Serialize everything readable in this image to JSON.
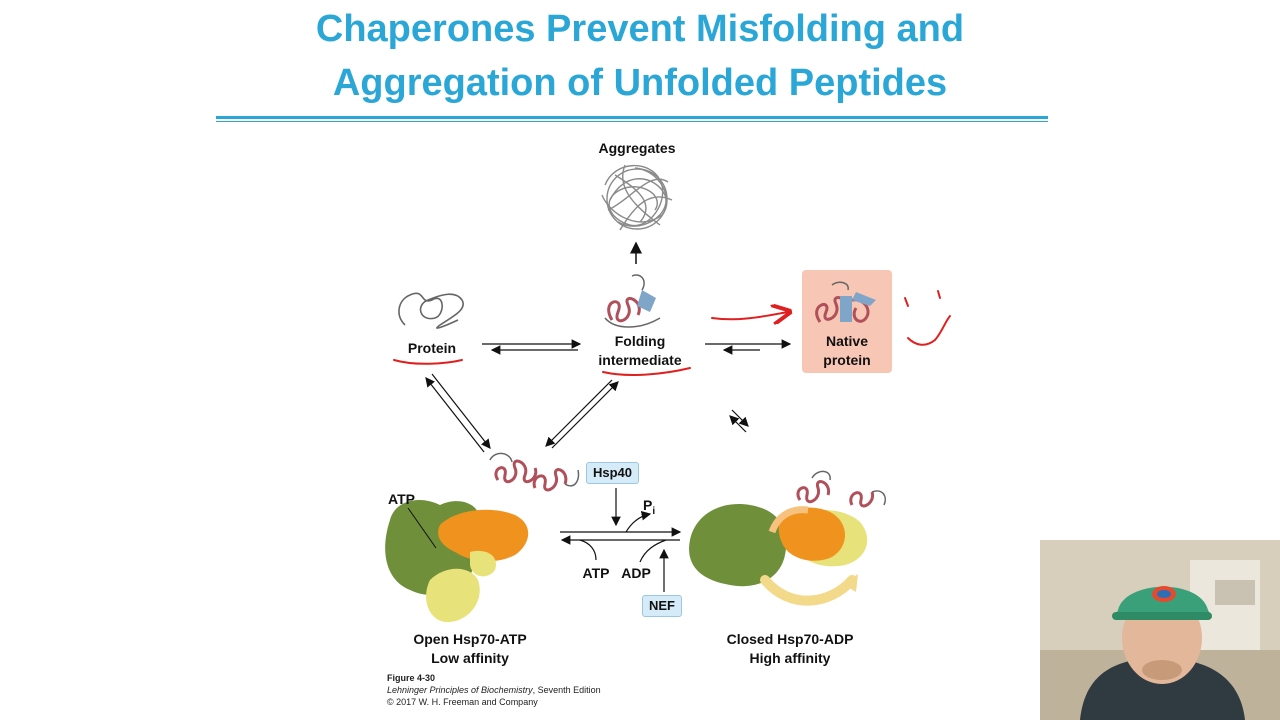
{
  "slide": {
    "title_line1": "Chaperones Prevent Misfolding and",
    "title_line2": "Aggregation of Unfolded Peptides"
  },
  "diagram": {
    "aggregates": "Aggregates",
    "protein": "Protein",
    "folding_line1": "Folding",
    "folding_line2": "intermediate",
    "native_line1": "Native",
    "native_line2": "protein",
    "atp_pointer": "ATP",
    "hsp40": "Hsp40",
    "pi_main": "P",
    "pi_sub": "i",
    "atp_cycle": "ATP",
    "adp_cycle": "ADP",
    "nef": "NEF",
    "open_line1": "Open Hsp70-ATP",
    "open_line2": "Low affinity",
    "closed_line1": "Closed Hsp70-ADP",
    "closed_line2": "High affinity"
  },
  "caption": {
    "figure": "Figure 4-30",
    "book": "Lehninger Principles of Biochemistry",
    "edition": ", Seventh Edition",
    "copyright": "© 2017 W. H. Freeman and Company"
  },
  "colors": {
    "title": "#2aa7d6",
    "annotation_ink": "#e02020",
    "native_box": "#f8c6b4",
    "label_box": "#d5ebf8",
    "hsp70_green": "#6f8f3a",
    "hsp70_orange": "#f0931e",
    "hsp70_yellow": "#e8e27a",
    "helix": "#b0505a"
  },
  "webcam": {
    "icon": "presenter-video"
  }
}
